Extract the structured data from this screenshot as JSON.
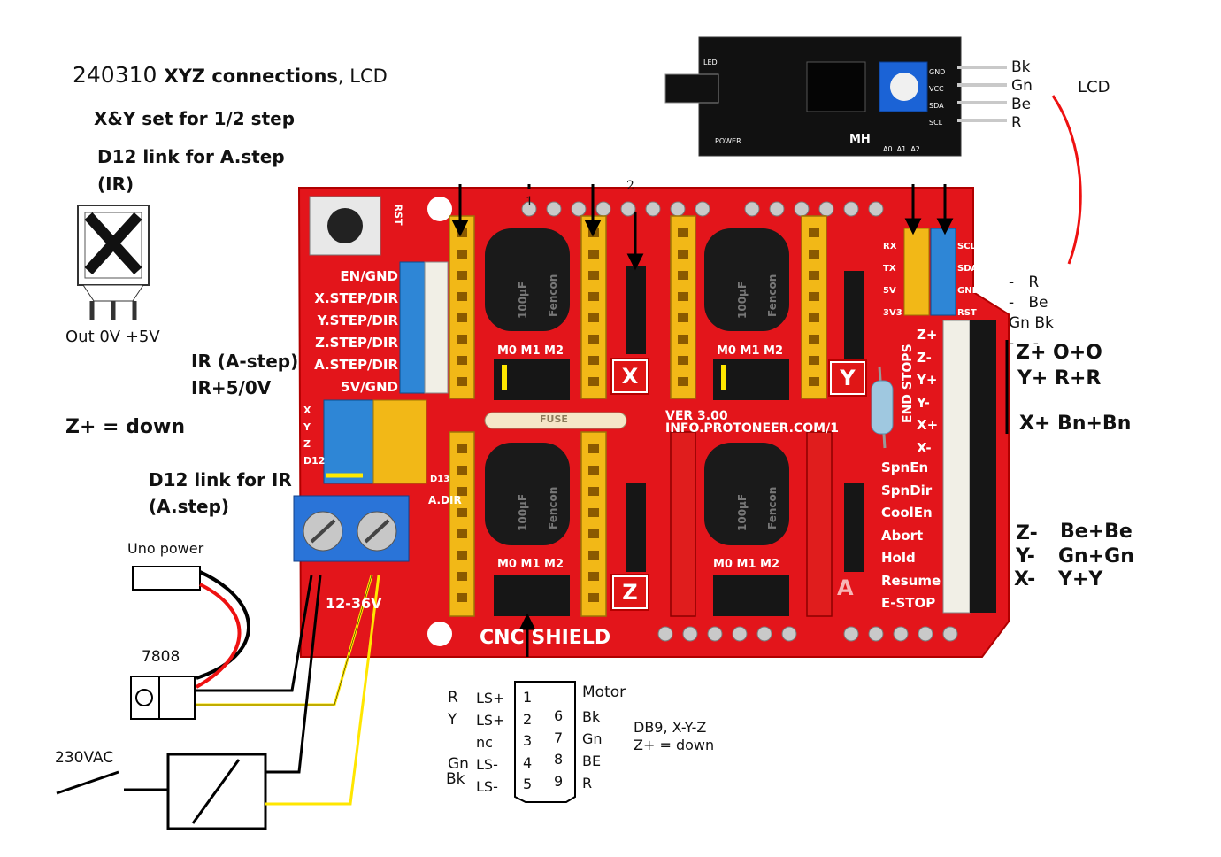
{
  "notes": {
    "title_date": "240310",
    "title_rest": "XYZ connections",
    "title_lcd": ", LCD",
    "line1": "X&Y set for 1/2 step",
    "line2": "D12 link for A.step",
    "line3": "(IR)",
    "ir_pins": "Out 0V +5V",
    "ir_astep": "IR (A-step)",
    "ir_power": "IR+5/0V",
    "z_dir": "Z+  =  down",
    "d12_ir": "D12 link for IR",
    "d12_astep": "(A.step)",
    "uno_power": "Uno power",
    "reg": "7808",
    "mains": "230VAC"
  },
  "lcd": {
    "label": "LCD",
    "pins": [
      "Bk",
      "Gn",
      "Be",
      "R"
    ],
    "pin_labels": [
      "GND",
      "VCC",
      "SDA",
      "SCL"
    ],
    "board_led": "LED",
    "board_power": "POWER",
    "board_mh": "MH",
    "board_addr": [
      "A0",
      "A1",
      "A2"
    ],
    "right_map": [
      "-   R",
      "-   Be",
      "Gn Bk",
      "-    -"
    ]
  },
  "shield": {
    "left_labels": [
      "EN/GND",
      "X.STEP/DIR",
      "Y.STEP/DIR",
      "Z.STEP/DIR",
      "A.STEP/DIR",
      "5V/GND"
    ],
    "axis_col": [
      "X",
      "Y",
      "Z",
      "D12",
      "D13"
    ],
    "mode_labels": "M0 M1 M2",
    "badges": [
      "X",
      "Y",
      "Z"
    ],
    "a_label": "A",
    "version": "VER 3.00",
    "site": "INFO.PROTONEER.COM/1",
    "fuse": "FUSE",
    "end_stops": "END STOPS",
    "stop_pins": [
      "Z+",
      "Z-",
      "Y+",
      "Y-",
      "X+",
      "X-"
    ],
    "right_labels": [
      "SpnEn",
      "SpnDir",
      "CoolEn",
      "Abort",
      "Hold",
      "Resume",
      "E-STOP"
    ],
    "i2c_left": [
      "RX",
      "TX",
      "5V",
      "3V3"
    ],
    "i2c_right": [
      "SCL",
      "SDA",
      "GND",
      "RST"
    ],
    "name": "CNC  SHIELD",
    "voltage": "12-36V",
    "adir": "A.DIR",
    "rst": "RST",
    "cap": "100μF",
    "brand": "Fencon",
    "pin_marks": [
      "1",
      "2"
    ]
  },
  "endstop_map": {
    "z_plus": "Z+  O+O",
    "y_plus": "Y+  R+R",
    "x_plus": "X+  Bn+Bn",
    "z_minus_k": "Z-",
    "z_minus_v": "Be+Be",
    "y_minus_k": "Y-",
    "y_minus_v": "Gn+Gn",
    "x_minus_k": "X-",
    "x_minus_v": "Y+Y"
  },
  "db9": {
    "left_color": [
      "R",
      "Y",
      "",
      "Gn",
      "Bk"
    ],
    "left_func": [
      "LS+",
      "LS+",
      "nc",
      "LS-",
      "LS-"
    ],
    "pins_left": [
      "1",
      "2",
      "3",
      "4",
      "5"
    ],
    "pins_right": [
      "6",
      "7",
      "8",
      "9"
    ],
    "motor_head": "Motor",
    "motor_colors": [
      "Bk",
      "Gn",
      "BE",
      "R"
    ],
    "caption1": "DB9, X-Y-Z",
    "caption2": "Z+ = down"
  }
}
